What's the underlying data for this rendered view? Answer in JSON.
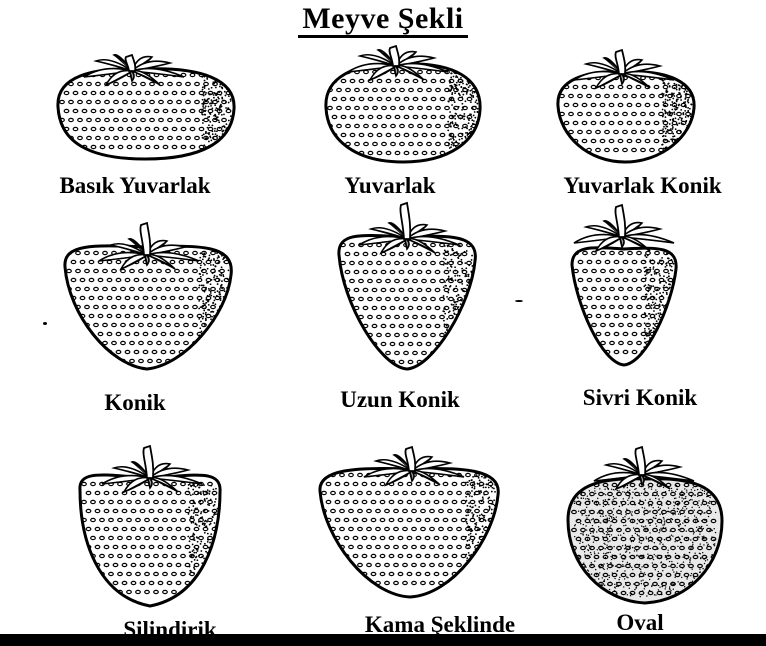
{
  "title": "Meyve Şekli",
  "shapes": [
    {
      "label": "Basık Yuvarlak"
    },
    {
      "label": "Yuvarlak"
    },
    {
      "label": "Yuvarlak Konik"
    },
    {
      "label": "Konik"
    },
    {
      "label": "Uzun Konik"
    },
    {
      "label": "Sivri Konik"
    },
    {
      "label": "Silindirik"
    },
    {
      "label": "Kama Şeklinde"
    },
    {
      "label": "Oval"
    }
  ]
}
